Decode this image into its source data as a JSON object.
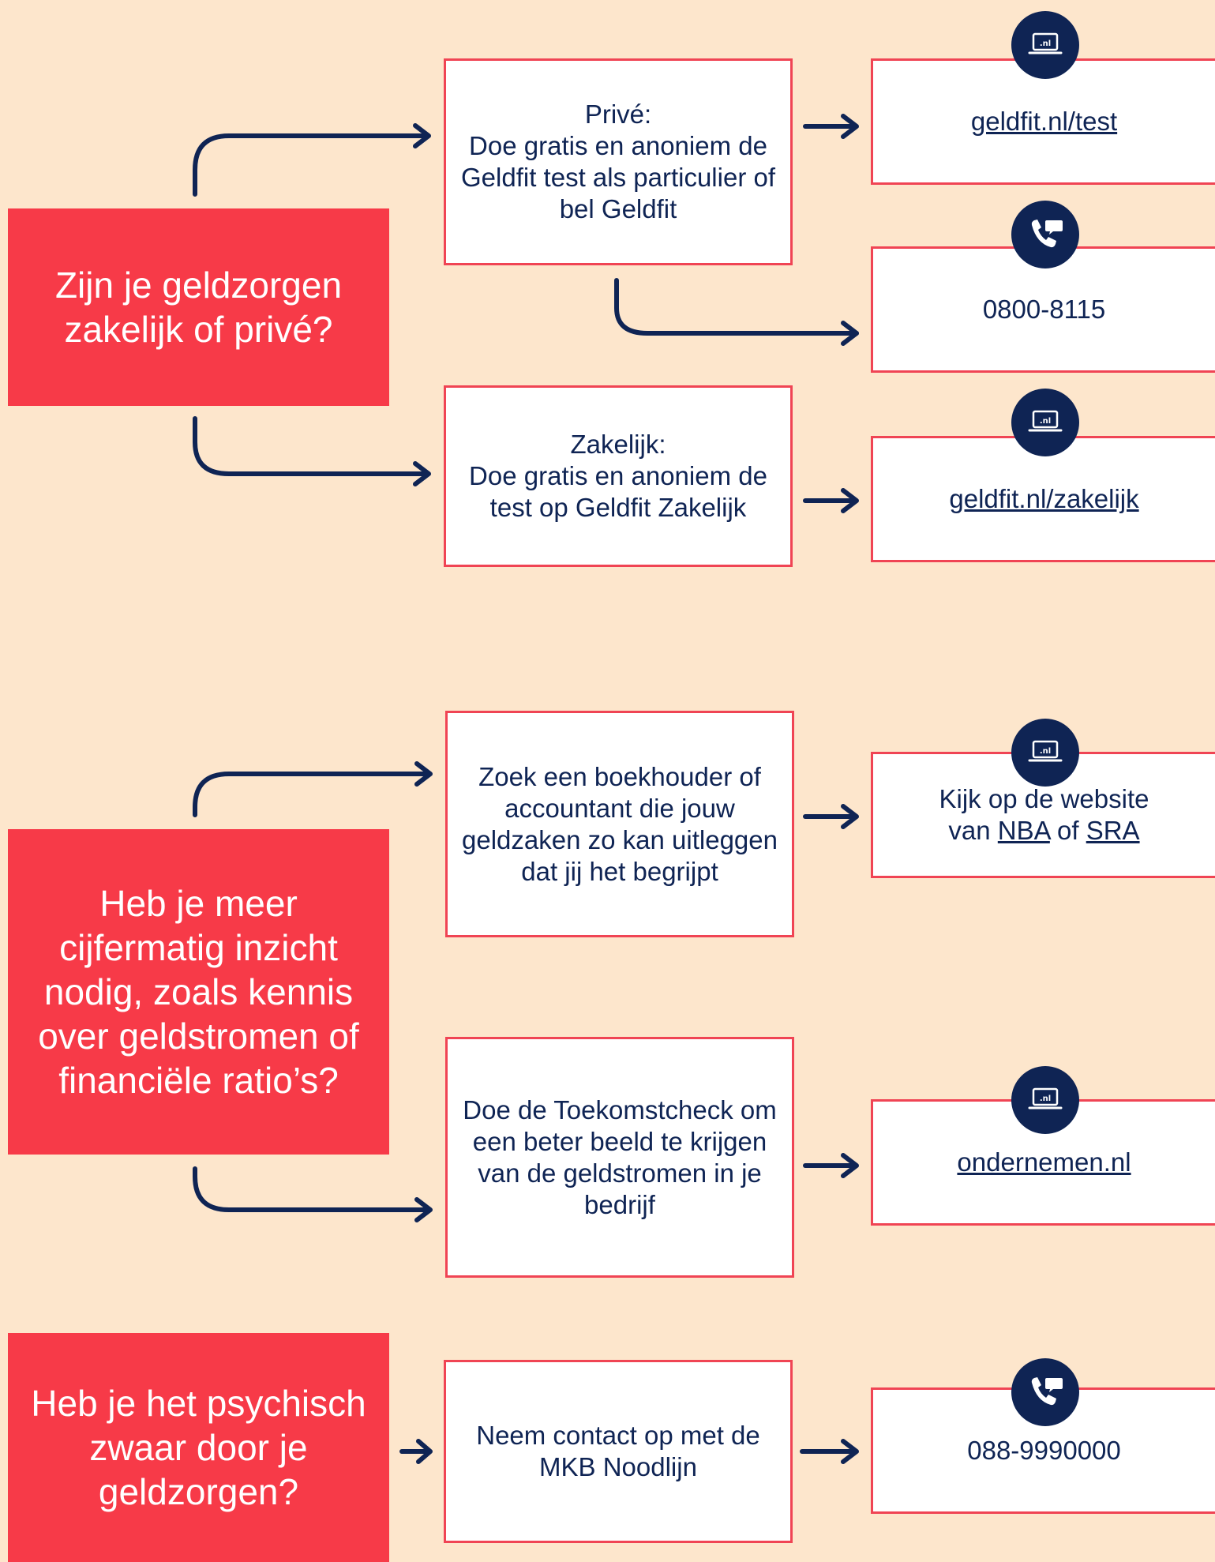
{
  "colors": {
    "background": "#fde6cc",
    "question_fill": "#f73a48",
    "box_border": "#f04454",
    "navy": "#0f2454"
  },
  "section1": {
    "question": "Zijn je geldzorgen zakelijk of privé?",
    "prive": {
      "title": "Privé:",
      "body": "Doe gratis en anoniem de Geldfit test als particulier of bel Geldfit"
    },
    "zakelijk": {
      "title": "Zakelijk:",
      "body": "Doe gratis en anoniem de test op Geldfit Zakelijk"
    },
    "result_test": {
      "link": "geldfit.nl/test",
      "icon": "laptop-nl-icon"
    },
    "result_phone": {
      "text": "0800-8115",
      "icon": "phone-chat-icon"
    },
    "result_zakelijk": {
      "link": "geldfit.nl/zakelijk",
      "icon": "laptop-nl-icon"
    }
  },
  "section2": {
    "question": "Heb je meer cijfermatig inzicht nodig, zoals kennis over geldstromen of financiële ratio’s?",
    "boekhouder": "Zoek een boekhouder of accountant die jouw geldzaken zo kan uitleggen dat jij het begrijpt",
    "toekomstcheck": "Doe de Toekomstcheck om een beter beeld te krijgen van de geldstromen in je bedrijf",
    "result_nba_sra": {
      "line1": "Kijk op de website",
      "prefix": "van",
      "link1": "NBA",
      "middle": "of",
      "link2": "SRA",
      "icon": "laptop-nl-icon"
    },
    "result_ondernemen": {
      "link": "ondernemen.nl",
      "icon": "laptop-nl-icon"
    }
  },
  "section3": {
    "question": "Heb je het psychisch zwaar door je geldzorgen?",
    "contact": "Neem contact op met de MKB Noodlijn",
    "result_phone": {
      "text": "088-9990000",
      "icon": "phone-chat-icon"
    }
  },
  "icon_label": ".nl"
}
